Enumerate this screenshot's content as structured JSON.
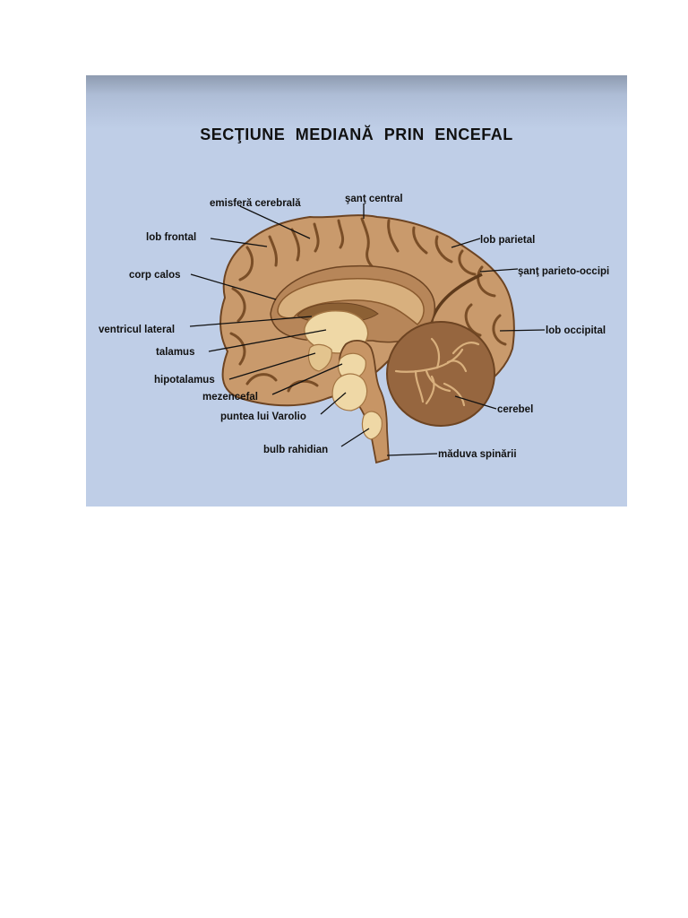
{
  "title": "SECŢIUNE MEDIANĂ PRIN ENCEFAL",
  "labels": {
    "emisfera": "emisferă cerebrală",
    "sant_central": "şanţ central",
    "lob_frontal": "lob frontal",
    "lob_parietal": "lob parietal",
    "corp_calos": "corp calos",
    "sant_parieto": "şanţ parieto-occipi",
    "ventricul": "ventricul lateral",
    "lob_occipital": "lob occipital",
    "talamus": "talamus",
    "hipotalamus": "hipotalamus",
    "mezencefal": "mezencefal",
    "cerebel": "cerebel",
    "puntea": "puntea lui Varolio",
    "bulb": "bulb rahidian",
    "maduva": "măduva spinării"
  },
  "colors": {
    "cortex": "#c99a6c",
    "sulci": "#7a4e27",
    "inner": "#b78659",
    "pale": "#efd8a6",
    "cerebellum": "#96663f",
    "background": "#bfcee7"
  }
}
